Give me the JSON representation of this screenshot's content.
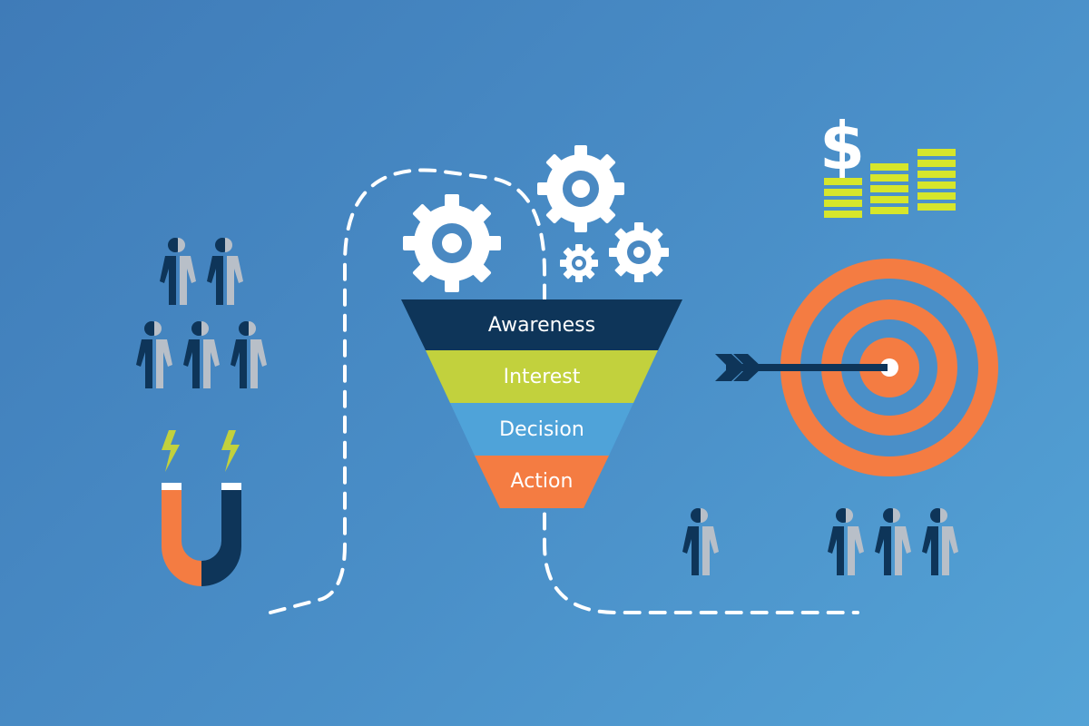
{
  "funnel": {
    "stages": [
      {
        "label": "Awareness",
        "color": "#0e3559"
      },
      {
        "label": "Interest",
        "color": "#c2d13d"
      },
      {
        "label": "Decision",
        "color": "#4fa3d9"
      },
      {
        "label": "Action",
        "color": "#f47c42"
      }
    ]
  },
  "currency_symbol": "$",
  "colors": {
    "navy": "#0e3559",
    "lime": "#c2d13d",
    "coin": "#d6e62b",
    "orange": "#f47c42",
    "white": "#ffffff",
    "gray": "#b8bfc8"
  },
  "icons": [
    "people-group-icon",
    "magnet-icon",
    "lightning-icon",
    "gear-icon",
    "funnel-icon",
    "dollar-icon",
    "coin-stack-icon",
    "target-icon",
    "arrow-icon",
    "person-icon"
  ]
}
